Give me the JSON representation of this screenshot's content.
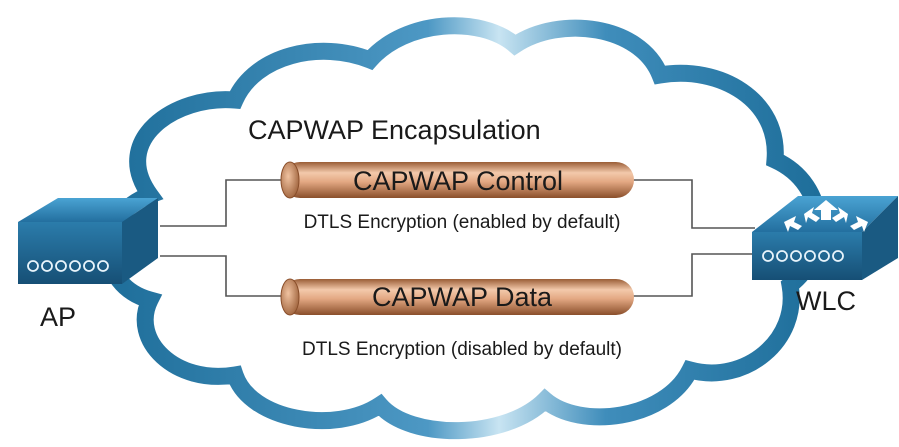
{
  "diagram": {
    "title": "CAPWAP Encapsulation",
    "tunnels": {
      "control": {
        "label": "CAPWAP Control",
        "encryption": "DTLS Encryption (enabled by default)"
      },
      "data": {
        "label": "CAPWAP Data",
        "encryption": "DTLS Encryption (disabled by default)"
      }
    },
    "devices": {
      "ap": {
        "label": "AP",
        "icon": "access-point-icon"
      },
      "wlc": {
        "label": "WLC",
        "icon": "wireless-lan-controller-icon"
      }
    },
    "colors": {
      "cloud_outer": "#1f6f9b",
      "cloud_highlight": "#bfe0f0",
      "tunnel_body": "#d9a07d",
      "tunnel_edge": "#8a5632",
      "device_top": "#2f86b8",
      "device_front": "#1d5f8a",
      "line": "#555555"
    }
  }
}
